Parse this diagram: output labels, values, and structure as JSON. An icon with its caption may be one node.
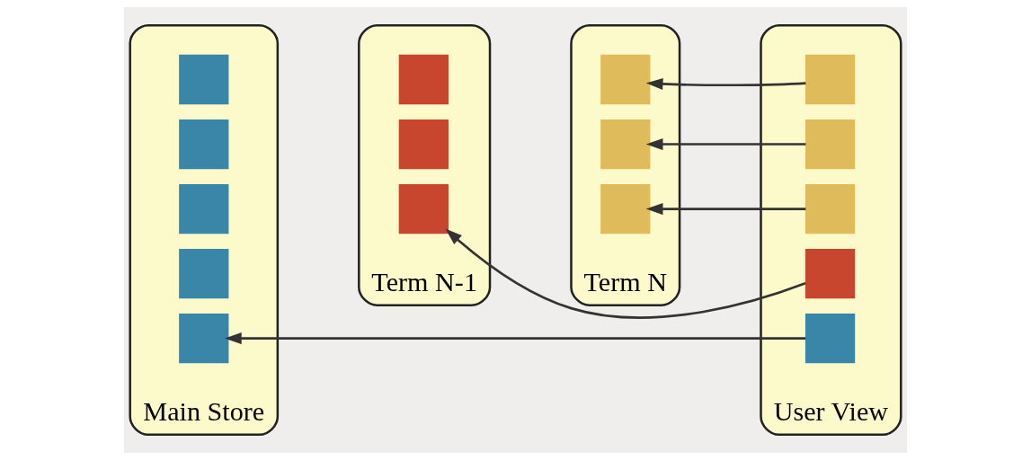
{
  "diagram": {
    "nodes": [
      {
        "text": [
          "Main Store"
        ]
      },
      {
        "text": [],
        "shape": "box",
        "in": 0
      },
      {
        "text": [],
        "shape": "box",
        "in": 0
      },
      {
        "text": [],
        "shape": "box",
        "in": 0
      },
      {
        "text": [],
        "shape": "box",
        "in": 0
      },
      {
        "text": [],
        "shape": "box",
        "in": 0
      },
      {
        "text": [
          "Term N-1"
        ]
      },
      {
        "text": [],
        "shape": "box",
        "in": 6
      },
      {
        "text": [],
        "shape": "box",
        "in": 6
      },
      {
        "text": [],
        "shape": "box",
        "in": 6
      },
      {
        "text": [
          "Term N"
        ]
      },
      {
        "text": [],
        "shape": "box",
        "in": 10
      },
      {
        "text": [],
        "shape": "box",
        "in": 10
      },
      {
        "text": [],
        "shape": "box",
        "in": 10
      },
      {
        "text": [
          "User View"
        ]
      },
      {
        "text": [],
        "shape": "box",
        "in": 14
      },
      {
        "text": [],
        "shape": "box",
        "in": 14
      },
      {
        "text": [],
        "shape": "box",
        "in": 14
      },
      {
        "text": [],
        "shape": "box",
        "in": 14
      },
      {
        "text": [],
        "shape": "box",
        "in": 14
      }
    ],
    "edges": [
      {
        "from": 15,
        "to": 11,
        "arrow": "to"
      },
      {
        "from": 16,
        "to": 12,
        "arrow": "to"
      },
      {
        "from": 17,
        "to": 13,
        "arrow": "to"
      },
      {
        "from": 18,
        "to": 9,
        "arrow": "to"
      },
      {
        "from": 19,
        "to": 5,
        "arrow": "to"
      }
    ]
  }
}
